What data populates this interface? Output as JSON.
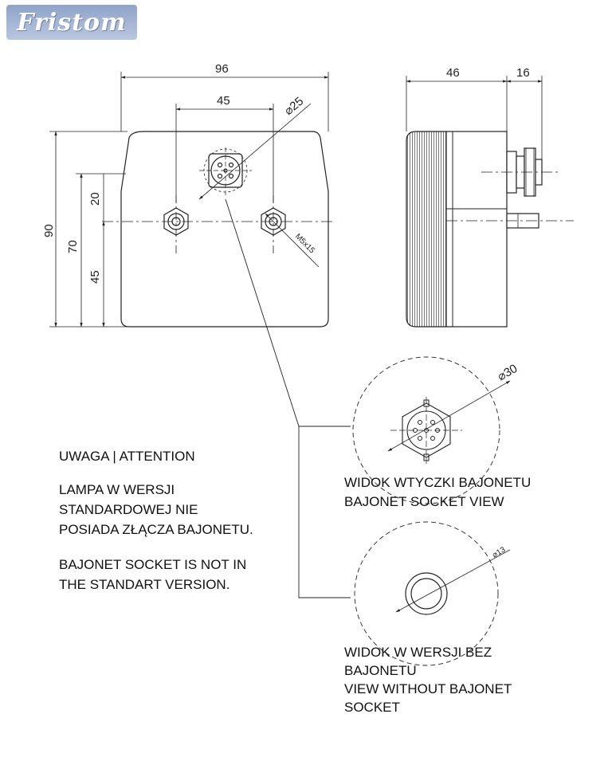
{
  "logo": {
    "text": "Fristom",
    "color": "#9fb1d4"
  },
  "dimensions": {
    "width_total": "96",
    "hole_spacing": "45",
    "socket_diameter": "⌀25",
    "height_total": "90",
    "height_70": "70",
    "height_45": "45",
    "offset_20": "20",
    "thread": "M5x15",
    "depth": "46",
    "plug_depth": "16",
    "socket_view_diameter": "⌀30",
    "hole_diameter": "⌀13"
  },
  "notes": {
    "heading": "UWAGA | ATTENTION",
    "polish_note": [
      "LAMPA W WERSJI",
      "STANDARDOWEJ NIE",
      "POSIADA ZŁĄCZA BAJONETU."
    ],
    "english_note": [
      "BAJONET SOCKET IS NOT IN",
      "THE STANDART VERSION."
    ]
  },
  "views": {
    "socket_view": [
      "WIDOK WTYCZKI BAJONETU",
      "BAJONET SOCKET VIEW"
    ],
    "no_socket_view": [
      "WIDOK W WERSJI BEZ",
      "BAJONETU",
      "VIEW WITHOUT BAJONET",
      "SOCKET"
    ]
  }
}
